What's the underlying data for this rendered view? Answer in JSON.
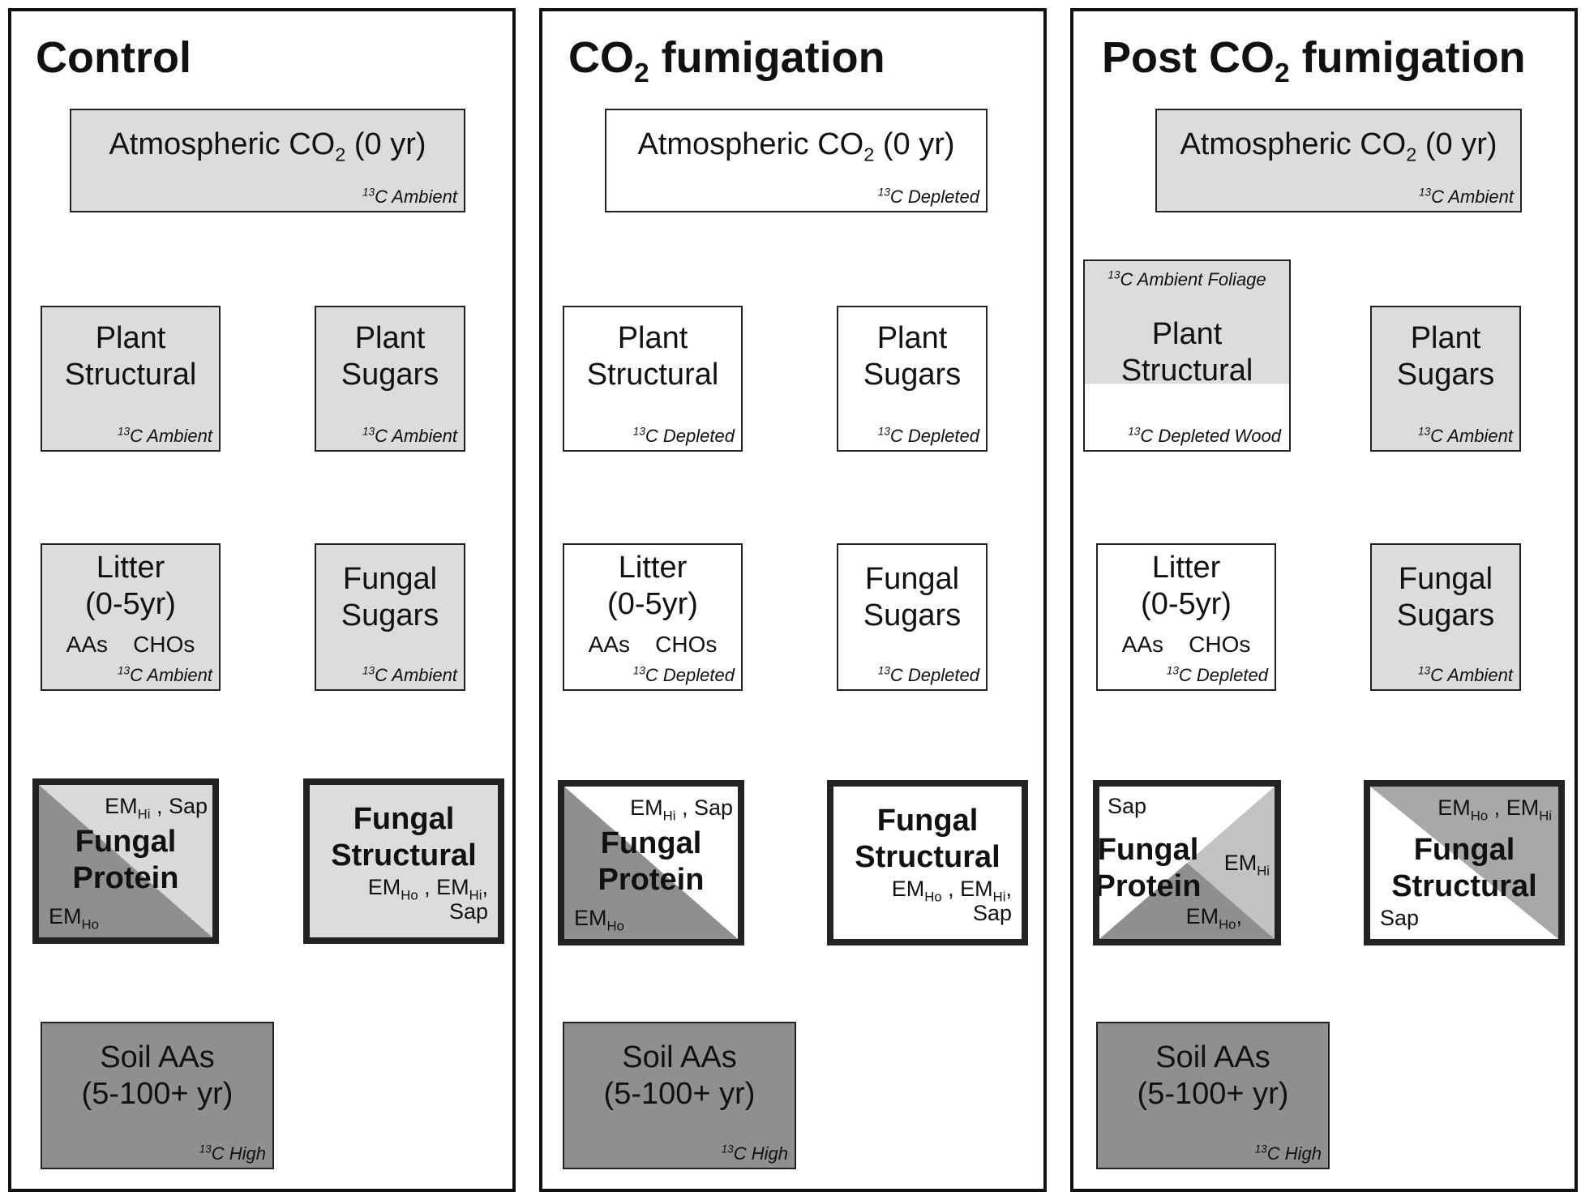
{
  "panels": [
    {
      "title": "Control"
    },
    {
      "title": "CO",
      "title_sub": "2",
      "title_rest": " fumigation"
    },
    {
      "title": "Post CO",
      "title_sub": "2",
      "title_rest": " fumigation"
    }
  ],
  "atm": {
    "text": "Atmospheric CO",
    "sub": "2",
    "rest": " (0 yr)"
  },
  "iso": {
    "sup": "13",
    "c": "C "
  },
  "labels": {
    "ambient": "Ambient",
    "depleted": "Depleted",
    "high": "High",
    "ambient_foliage": "Ambient Foliage",
    "depleted_wood": "Depleted Wood"
  },
  "plant_structural": [
    "Plant",
    "Structural"
  ],
  "plant_sugars": [
    "Plant",
    "Sugars"
  ],
  "litter": [
    "Litter",
    "(0-5yr)"
  ],
  "litter_comp": {
    "aas": "AAs",
    "chos": "CHOs"
  },
  "fungal_sugars": [
    "Fungal",
    "Sugars"
  ],
  "fungal_protein": [
    "Fungal",
    "Protein"
  ],
  "fungal_structural": [
    "Fungal",
    "Structural"
  ],
  "soil": [
    "Soil AAs",
    "(5-100+ yr)"
  ],
  "guild": {
    "em": "EM",
    "hi": "Hi",
    "ho": "Ho",
    "sap": "Sap",
    "comma": " , ",
    "comma_end": ","
  }
}
